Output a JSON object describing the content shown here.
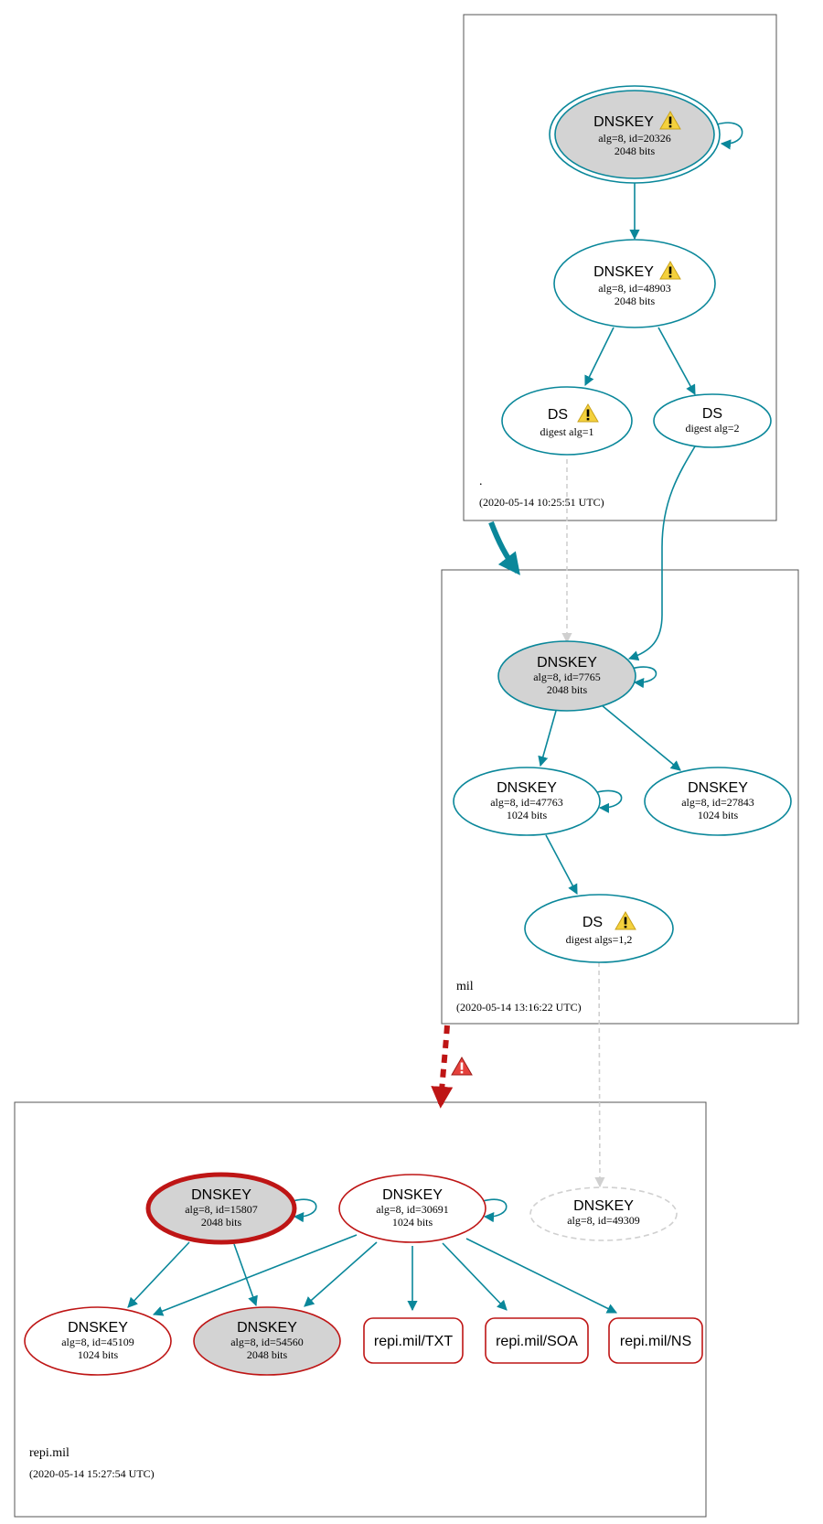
{
  "colors": {
    "secure": "#0a879a",
    "bogus": "#be1515",
    "insecure": "#d0d0d0",
    "fill_sep": "#d3d3d3",
    "warning_fill": "#f4d13d",
    "error_fill": "#e5413c"
  },
  "zones": {
    "root": {
      "name": ".",
      "timestamp": "(2020-05-14 10:25:51 UTC)"
    },
    "mil": {
      "name": "mil",
      "timestamp": "(2020-05-14 13:16:22 UTC)"
    },
    "repi": {
      "name": "repi.mil",
      "timestamp": "(2020-05-14 15:27:54 UTC)"
    }
  },
  "nodes": {
    "root_ksk": {
      "title": "DNSKEY",
      "line1": "alg=8, id=20326",
      "line2": "2048 bits"
    },
    "root_zsk": {
      "title": "DNSKEY",
      "line1": "alg=8, id=48903",
      "line2": "2048 bits"
    },
    "root_ds1": {
      "title": "DS",
      "line1": "digest alg=1"
    },
    "root_ds2": {
      "title": "DS",
      "line1": "digest alg=2"
    },
    "mil_ksk": {
      "title": "DNSKEY",
      "line1": "alg=8, id=7765",
      "line2": "2048 bits"
    },
    "mil_zsk1": {
      "title": "DNSKEY",
      "line1": "alg=8, id=47763",
      "line2": "1024 bits"
    },
    "mil_zsk2": {
      "title": "DNSKEY",
      "line1": "alg=8, id=27843",
      "line2": "1024 bits"
    },
    "mil_ds": {
      "title": "DS",
      "line1": "digest algs=1,2"
    },
    "repi_ksk": {
      "title": "DNSKEY",
      "line1": "alg=8, id=15807",
      "line2": "2048 bits"
    },
    "repi_zsk": {
      "title": "DNSKEY",
      "line1": "alg=8, id=30691",
      "line2": "1024 bits"
    },
    "repi_missing": {
      "title": "DNSKEY",
      "line1": "alg=8, id=49309"
    },
    "repi_k45109": {
      "title": "DNSKEY",
      "line1": "alg=8, id=45109",
      "line2": "1024 bits"
    },
    "repi_k54560": {
      "title": "DNSKEY",
      "line1": "alg=8, id=54560",
      "line2": "2048 bits"
    },
    "repi_txt": {
      "title": "repi.mil/TXT"
    },
    "repi_soa": {
      "title": "repi.mil/SOA"
    },
    "repi_ns": {
      "title": "repi.mil/NS"
    }
  }
}
